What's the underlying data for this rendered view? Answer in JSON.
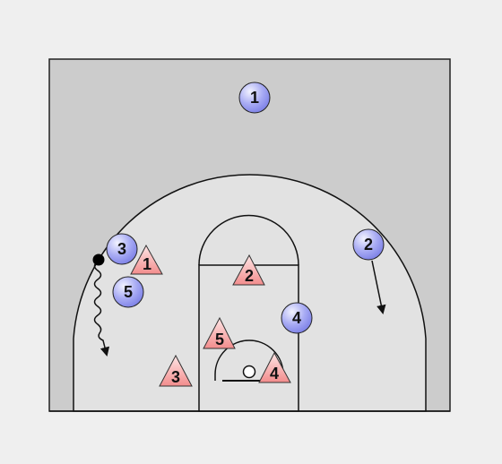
{
  "court": {
    "backcourt_color": "#cccccc",
    "halfcourt_color": "#e2e2e2",
    "line_color": "#111111"
  },
  "offense": {
    "color": "#8f92ee",
    "players": [
      {
        "label": "1"
      },
      {
        "label": "2"
      },
      {
        "label": "3"
      },
      {
        "label": "4"
      },
      {
        "label": "5"
      }
    ]
  },
  "defense": {
    "color": "#f59a9a",
    "players": [
      {
        "label": "1"
      },
      {
        "label": "2"
      },
      {
        "label": "3"
      },
      {
        "label": "4"
      },
      {
        "label": "5"
      }
    ]
  },
  "ball": {
    "color": "#000000"
  }
}
